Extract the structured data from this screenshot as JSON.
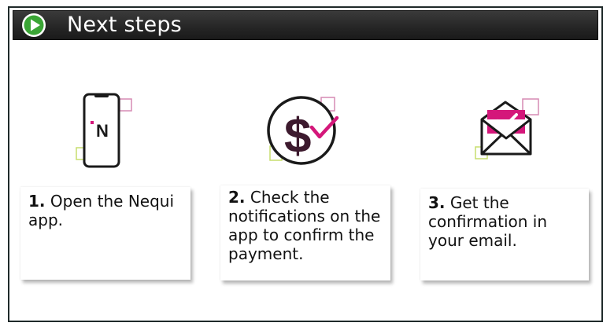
{
  "header": {
    "title": "Next steps"
  },
  "steps": [
    {
      "number": "1.",
      "text": "Open the Nequi app.",
      "icon": "nequi-phone-icon"
    },
    {
      "number": "2.",
      "text": "Check the notifications on the app to confirm the payment.",
      "icon": "dollar-check-icon"
    },
    {
      "number": "3.",
      "text": "Get the confirmation in your email.",
      "icon": "email-check-icon"
    }
  ],
  "colors": {
    "header_bg": "#262626",
    "play_green": "#3aa535",
    "accent_magenta": "#d4177a",
    "accent_lime": "#c7dd6e",
    "pink_outline": "#d58ab4"
  }
}
